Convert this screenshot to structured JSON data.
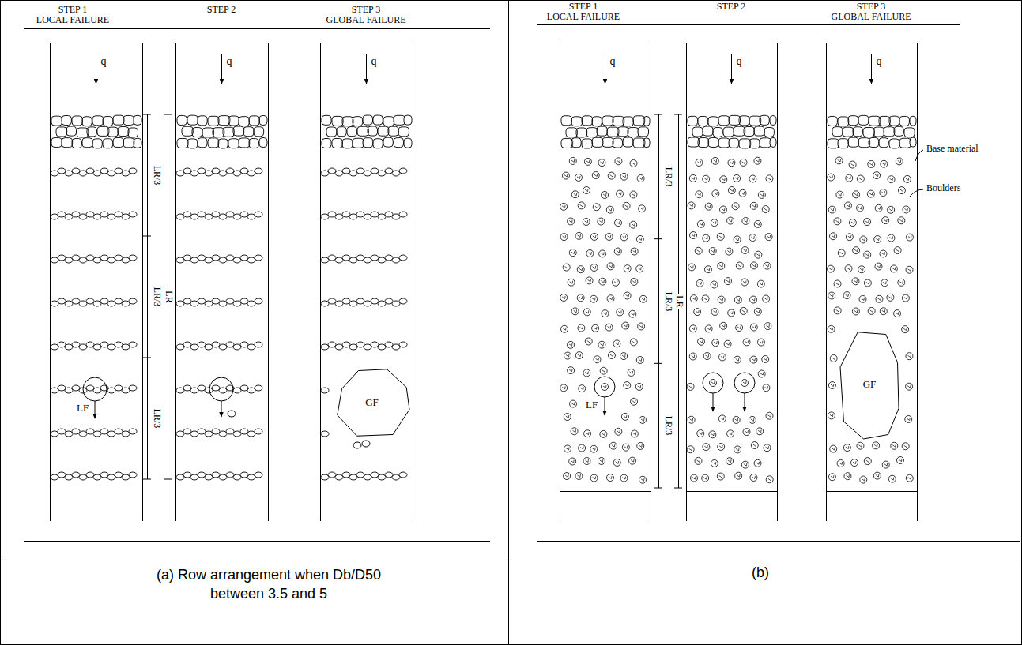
{
  "diagram": {
    "nodes": [
      {
        "text": [
          "GF"
        ]
      },
      {
        "text": [
          "GF"
        ]
      }
    ],
    "labels": [
      "STEP 1",
      "LOCAL FAILURE",
      "STEP 2",
      "STEP 3",
      "GLOBAL FAILURE",
      "q",
      "q",
      "q",
      "LR/3",
      "LR/3",
      "LR/3",
      "LR",
      "LF",
      "(a) Row arrangement when Db/D50 between 3.5 and 5",
      "STEP 1",
      "LOCAL FAILURE",
      "STEP 2",
      "STEP 3",
      "GLOBAL FAILURE",
      "q",
      "q",
      "q",
      "LR/3",
      "LR/3",
      "LR/3",
      "LR",
      "LF",
      "Base material",
      "Boulders",
      "(b)"
    ]
  }
}
